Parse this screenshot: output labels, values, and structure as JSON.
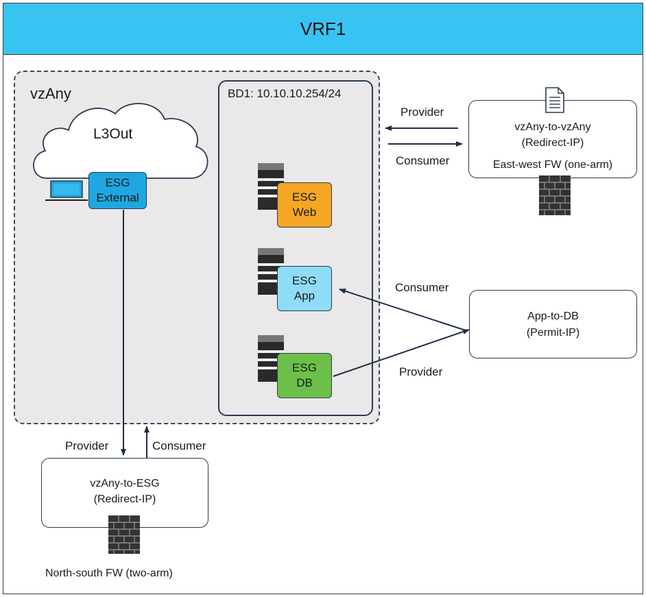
{
  "vrf": {
    "title": "VRF1"
  },
  "vzany": {
    "label": "vzAny"
  },
  "cloud": {
    "label": "L3Out"
  },
  "bd1": {
    "label": "BD1: 10.10.10.254/24"
  },
  "esg_external": {
    "line1": "ESG",
    "line2": "External",
    "color": "#1ea7e1"
  },
  "esg_web": {
    "line1": "ESG",
    "line2": "Web",
    "color": "#f5a623"
  },
  "esg_app": {
    "line1": "ESG",
    "line2": "App",
    "color": "#8fdcf8"
  },
  "esg_db": {
    "line1": "ESG",
    "line2": "DB",
    "color": "#6cc04a"
  },
  "contract_vzany": {
    "name": "vzAny-to-vzAny",
    "action": "(Redirect-IP)",
    "firewall": "East-west FW (one-arm)",
    "provider_label": "Provider",
    "consumer_label": "Consumer"
  },
  "contract_app_db": {
    "name": "App-to-DB",
    "action": "(Permit-IP)",
    "consumer_label": "Consumer",
    "provider_label": "Provider"
  },
  "contract_esg": {
    "name": "vzAny-to-ESG",
    "action": "(Redirect-IP)",
    "firewall": "North-south FW (two-arm)",
    "provider_label": "Provider",
    "consumer_label": "Consumer"
  }
}
